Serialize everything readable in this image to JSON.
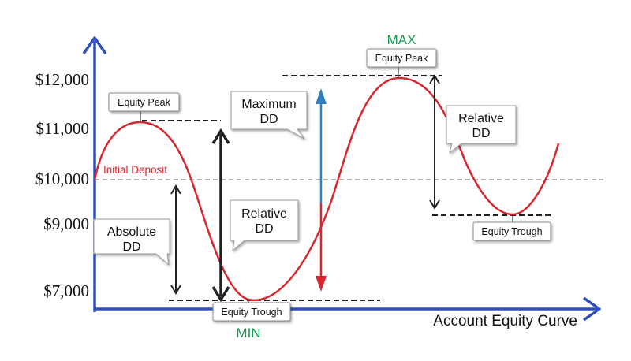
{
  "axis": {
    "y_ticks": [
      "$12,000",
      "$11,000",
      "$10,000",
      "$9,000",
      "$7,000"
    ],
    "x_title": "Account Equity Curve"
  },
  "curve": {
    "deposit_label": "Initial Deposit"
  },
  "extremes": {
    "max_label": "MAX",
    "min_label": "MIN"
  },
  "tags": {
    "peak_left": "Equity Peak",
    "peak_right": "Equity Peak",
    "trough_center": "Equity Trough",
    "trough_right": "Equity Trough"
  },
  "callouts": {
    "absolute": [
      "Absolute",
      "DD"
    ],
    "relative_center": [
      "Relative",
      "DD"
    ],
    "maximum": [
      "Maximum",
      "DD"
    ],
    "relative_right": [
      "Relative",
      "DD"
    ]
  },
  "colors": {
    "axis": "#2f4fbd",
    "curve": "#d6262e",
    "arrow_up": "#2f7fc1",
    "arrow_down": "#d6262e",
    "min_max": "#1a9a55"
  }
}
